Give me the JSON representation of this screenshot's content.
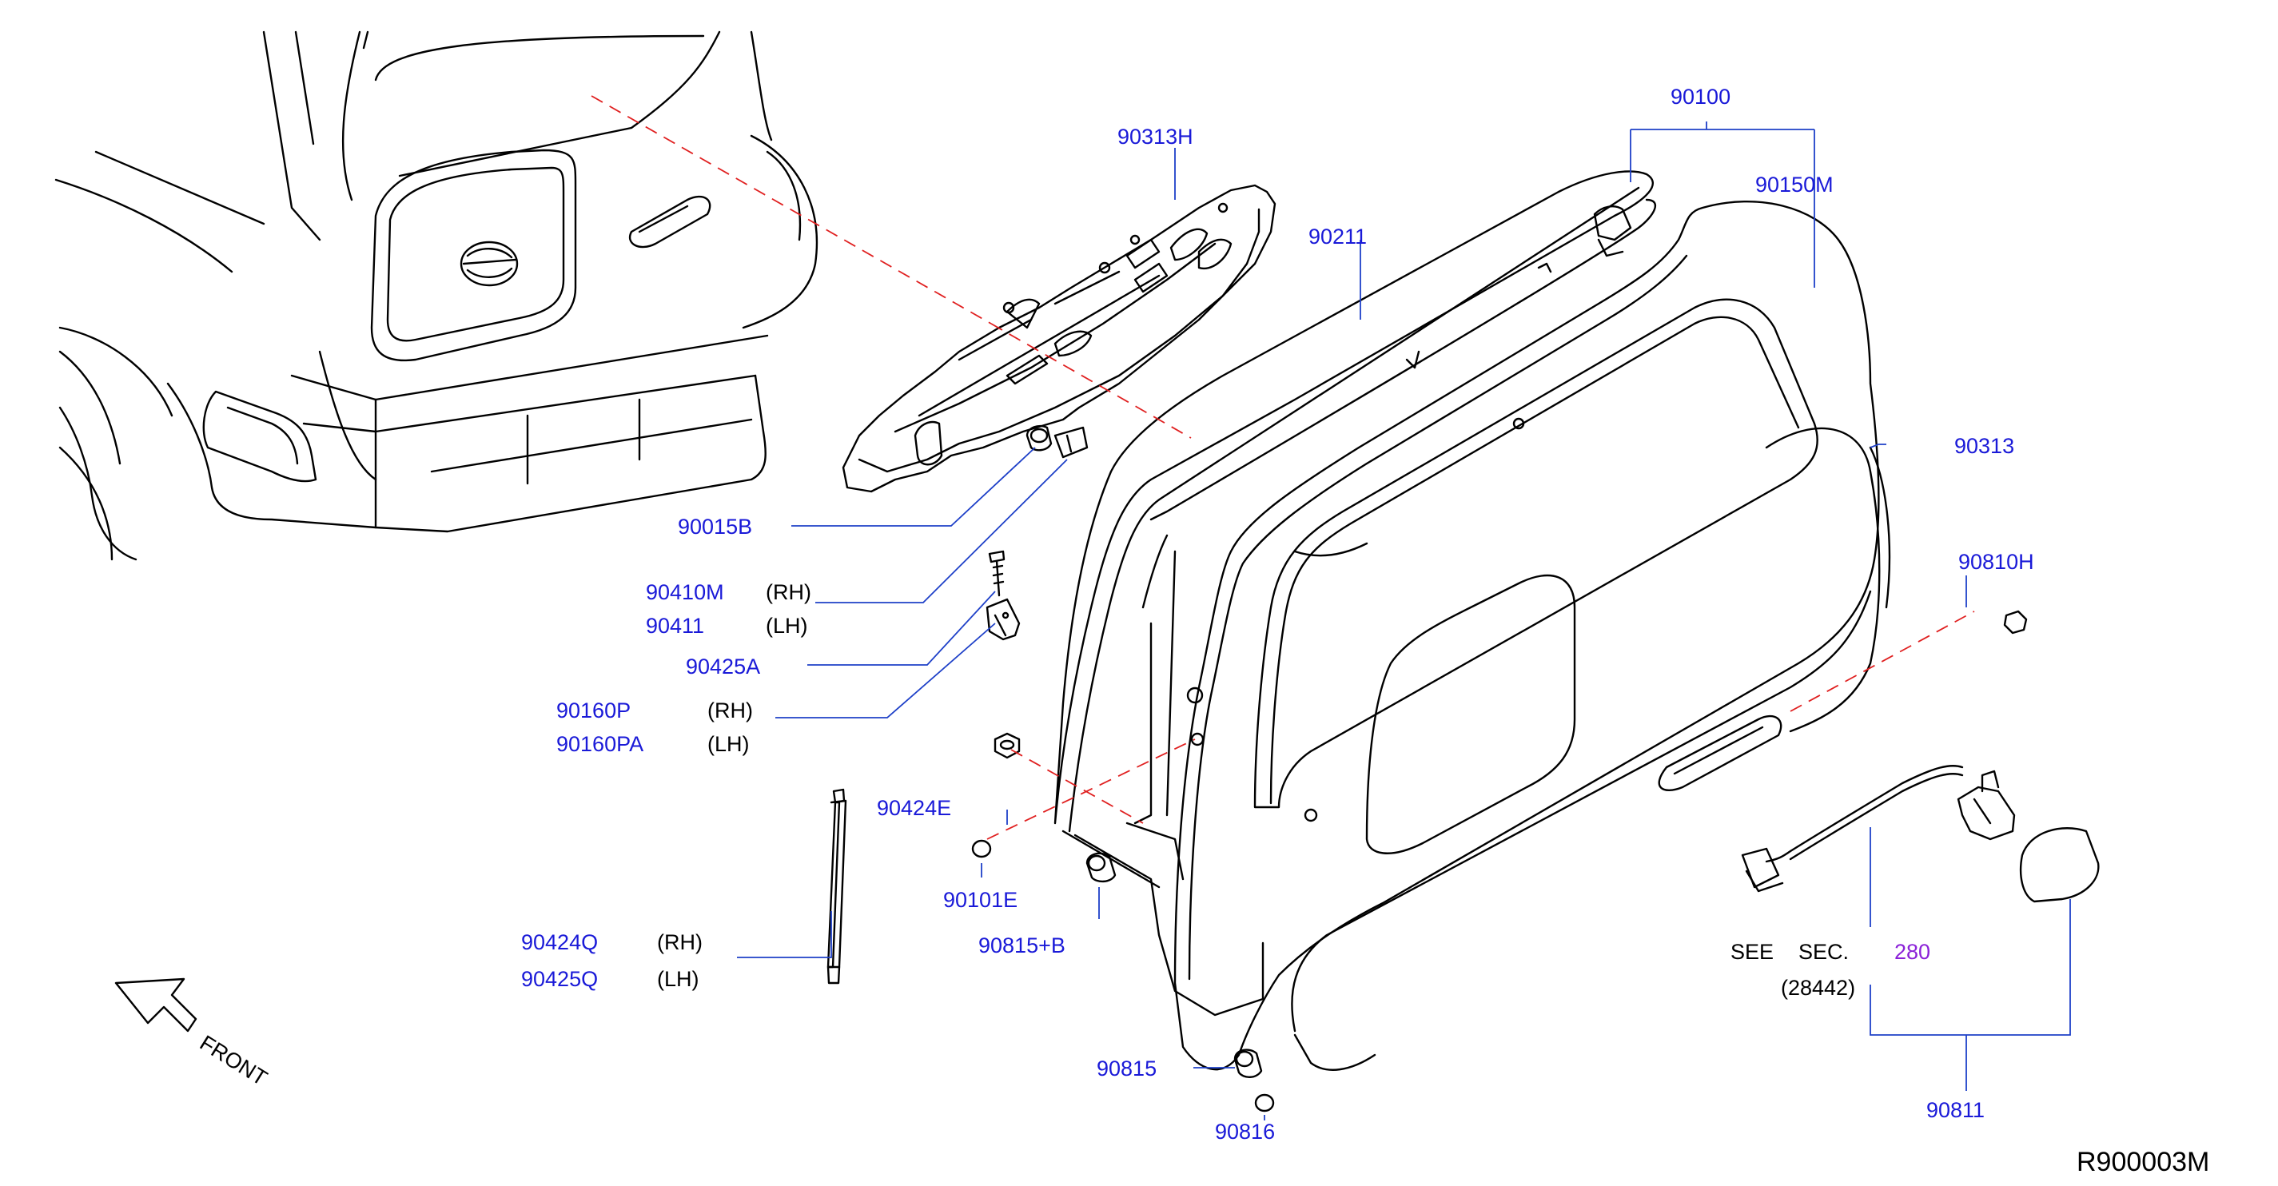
{
  "diagram": {
    "reference_code": "R900003M",
    "direction_label": "FRONT",
    "colors": {
      "part_number": "#1a1ad8",
      "section_number": "#8b22d8",
      "leader_line": "#1e40c8",
      "alignment_dash": "#e02020",
      "drawing": "#000000"
    },
    "part_labels": [
      {
        "id": "p90100",
        "number": "90100"
      },
      {
        "id": "p90313H",
        "number": "90313H"
      },
      {
        "id": "p90150M",
        "number": "90150M"
      },
      {
        "id": "p90211",
        "number": "90211"
      },
      {
        "id": "p90313",
        "number": "90313"
      },
      {
        "id": "p90810H",
        "number": "90810H"
      },
      {
        "id": "p90015B",
        "number": "90015B"
      },
      {
        "id": "p90410M",
        "number": "90410M",
        "side": "(RH)"
      },
      {
        "id": "p90411",
        "number": "90411",
        "side": "(LH)"
      },
      {
        "id": "p90425A",
        "number": "90425A"
      },
      {
        "id": "p90160P",
        "number": "90160P",
        "side": "(RH)"
      },
      {
        "id": "p90160PA",
        "number": "90160PA",
        "side": "(LH)"
      },
      {
        "id": "p90424E",
        "number": "90424E"
      },
      {
        "id": "p90101E",
        "number": "90101E"
      },
      {
        "id": "p90815B",
        "number": "90815+B"
      },
      {
        "id": "p90424Q",
        "number": "90424Q",
        "side": "(RH)"
      },
      {
        "id": "p90425Q",
        "number": "90425Q",
        "side": "(LH)"
      },
      {
        "id": "p90815",
        "number": "90815"
      },
      {
        "id": "p90816",
        "number": "90816"
      },
      {
        "id": "p90811",
        "number": "90811"
      }
    ],
    "see_section": {
      "see": "SEE",
      "sec": "SEC.",
      "number": "280",
      "code": "(28442)"
    }
  }
}
